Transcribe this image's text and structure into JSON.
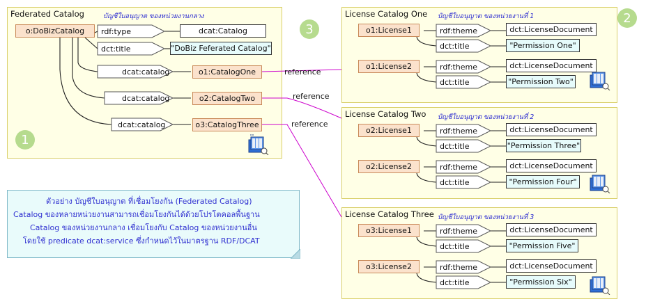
{
  "federated": {
    "title": "Federated Catalog",
    "subtitle": "บัญชีใบอนุญาต ของหน่วยงานกลาง",
    "subject": "o:DoBizCatalog",
    "type_pred": "rdf:type",
    "type_obj": "dcat:Catalog",
    "title_pred": "dct:title",
    "title_lit": "\"DoBiz Feferated Catalog\"",
    "catalog_pred": "dcat:catalog",
    "catalogs": [
      "o1:CatalogOne",
      "o2:CatalogTwo",
      "o3:CatalogThree"
    ],
    "badge": "1"
  },
  "center_badge": "3",
  "reference_label": "reference",
  "license_catalogs": [
    {
      "title": "License Catalog One",
      "subtitle": "บัญชีใบอนุญาต ของหน่วยงานที่ 1",
      "badge": "2",
      "licenses": [
        {
          "subject": "o1:License1",
          "theme_pred": "rdf:theme",
          "theme_obj": "dct:LicenseDocument",
          "title_pred": "dct:title",
          "title_lit": "\"Permission One\""
        },
        {
          "subject": "o1:License2",
          "theme_pred": "rdf:theme",
          "theme_obj": "dct:LicenseDocument",
          "title_pred": "dct:title",
          "title_lit": "\"Permission Two\""
        }
      ]
    },
    {
      "title": "License Catalog Two",
      "subtitle": "บัญชีใบอนุญาต ของหน่วยงานที่ 2",
      "licenses": [
        {
          "subject": "o2:License1",
          "theme_pred": "rdf:theme",
          "theme_obj": "dct:LicenseDocument",
          "title_pred": "dct:title",
          "title_lit": "\"Permission Three\""
        },
        {
          "subject": "o2:License2",
          "theme_pred": "rdf:theme",
          "theme_obj": "dct:LicenseDocument",
          "title_pred": "dct:title",
          "title_lit": "\"Permission Four\""
        }
      ]
    },
    {
      "title": "License Catalog Three",
      "subtitle": "บัญชีใบอนุญาต ของหน่วยงานที่ 3",
      "licenses": [
        {
          "subject": "o3:License1",
          "theme_pred": "rdf:theme",
          "theme_obj": "dct:LicenseDocument",
          "title_pred": "dct:title",
          "title_lit": "\"Permission Five\""
        },
        {
          "subject": "o3:License2",
          "theme_pred": "rdf:theme",
          "theme_obj": "dct:LicenseDocument",
          "title_pred": "dct:title",
          "title_lit": "\"Permission Six\""
        }
      ]
    }
  ],
  "note": [
    "ตัวอย่าง บัญชีใบอนุญาต ที่เชื่อมโยงกัน (Federated Catalog)",
    "Catalog ของหลายหน่วยงานสามารถเชื่อมโยงกันได้ด้วยโปรโตคอลพื้นฐาน",
    "Catalog ของหน่วยงานกลาง เชื่อมโยงกับ Catalog ของหน่วยงานอื่น",
    "โดยใช้ predicate dcat:service ซึ่งกำหนดไว้ในมาตรฐาน RDF/DCAT"
  ],
  "colors": {
    "panel_bg": "#ffffe6",
    "panel_border": "#d9cf6a",
    "subject_fill": "#fbe2cc",
    "literal_fill": "#e6fbfb",
    "reference_line": "#cc00cc",
    "badge": "#b6db8e",
    "note_text": "#2f2fd0"
  },
  "icons": [
    "database-server-icon"
  ]
}
